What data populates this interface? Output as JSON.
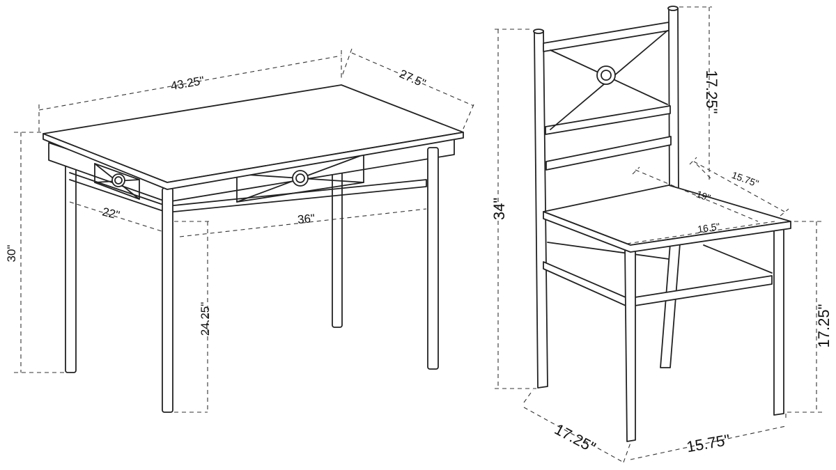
{
  "table": {
    "length": "43.25\"",
    "width": "27.5\"",
    "height": "30\"",
    "leg_span_side": "22\"",
    "leg_span_front": "36\"",
    "apron_clearance": "24.25\""
  },
  "chair": {
    "height": "34\"",
    "back_height": "17.25\"",
    "seat_back_width": "15.75\"",
    "seat_depth": "19\"",
    "seat_front_width": "16.5\"",
    "seat_height": "17.25\"",
    "base_depth": "17.25\"",
    "base_width": "15.75\""
  }
}
